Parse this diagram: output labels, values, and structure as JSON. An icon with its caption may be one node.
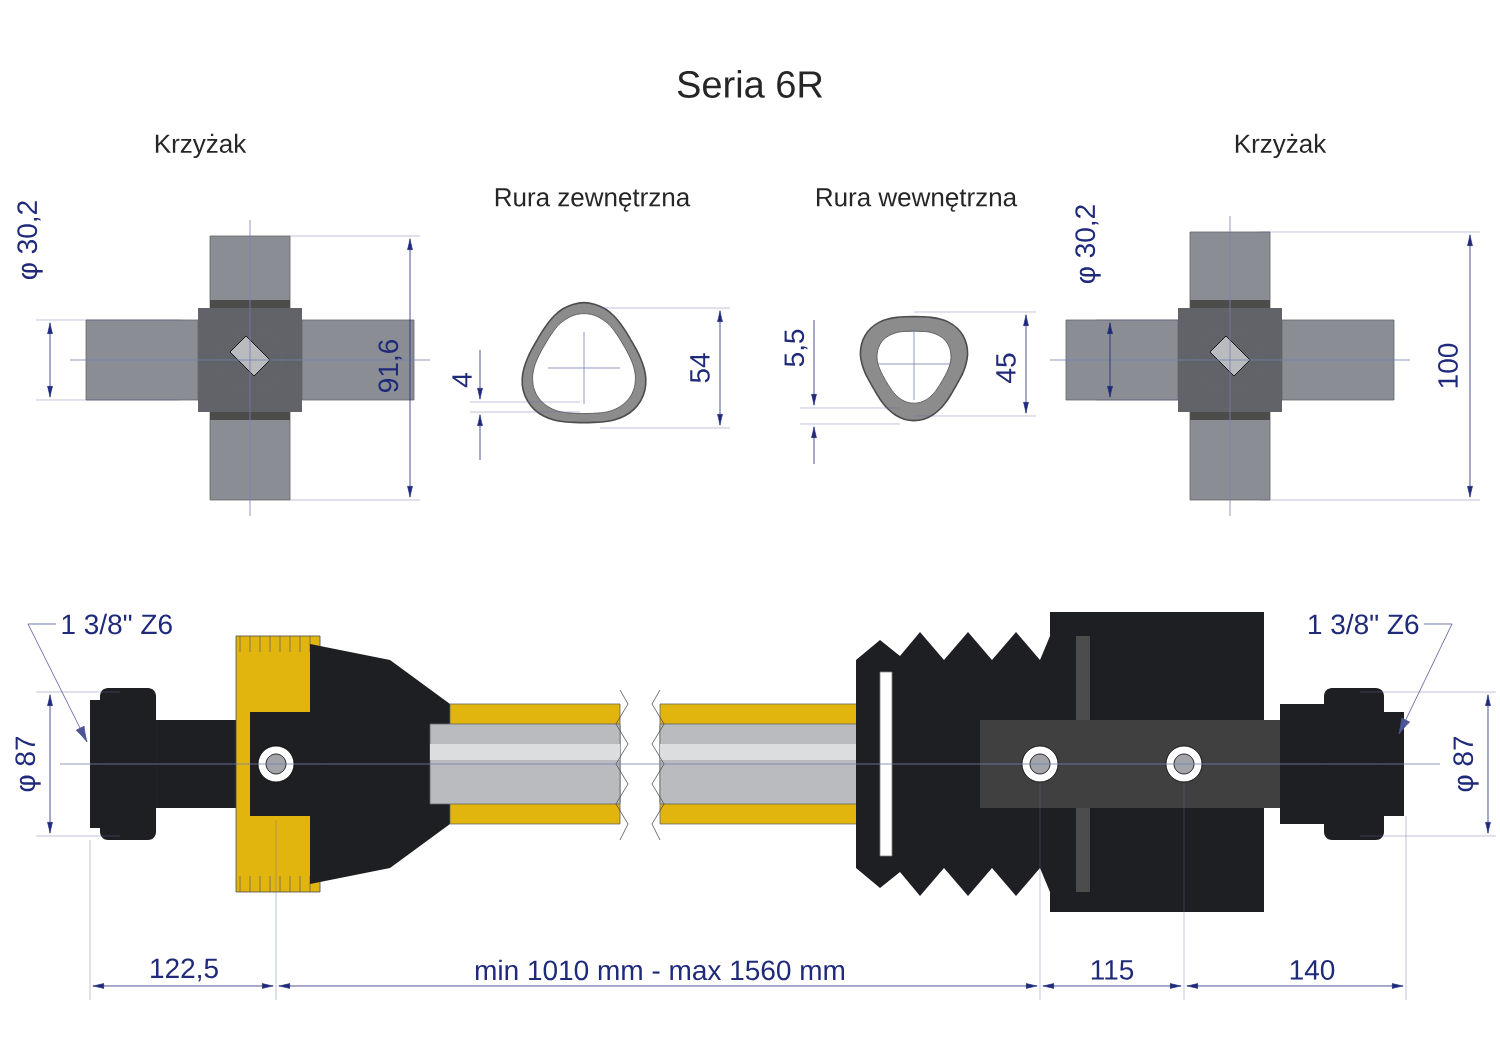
{
  "diagram": {
    "title": "Seria 6R",
    "nodes": [
      {
        "text": [
          "1 3/8\" Z6"
        ]
      },
      {
        "text": [
          "1 3/8\" Z6"
        ]
      }
    ],
    "edges": [
      {
        "from": 0,
        "to": null,
        "arrow": "to"
      },
      {
        "from": 1,
        "to": null,
        "arrow": "to"
      }
    ],
    "labels": [
      "Krzyżak",
      "Rura zewnętrzna",
      "Rura wewnętrzna",
      "Krzyżak",
      "φ 30,2",
      "91,6",
      "4",
      "54",
      "5,5",
      "45",
      "φ 30,2",
      "100",
      "φ 87",
      "122,5",
      "min 1010 mm - max 1560 mm",
      "115",
      "140",
      "φ 87"
    ]
  }
}
